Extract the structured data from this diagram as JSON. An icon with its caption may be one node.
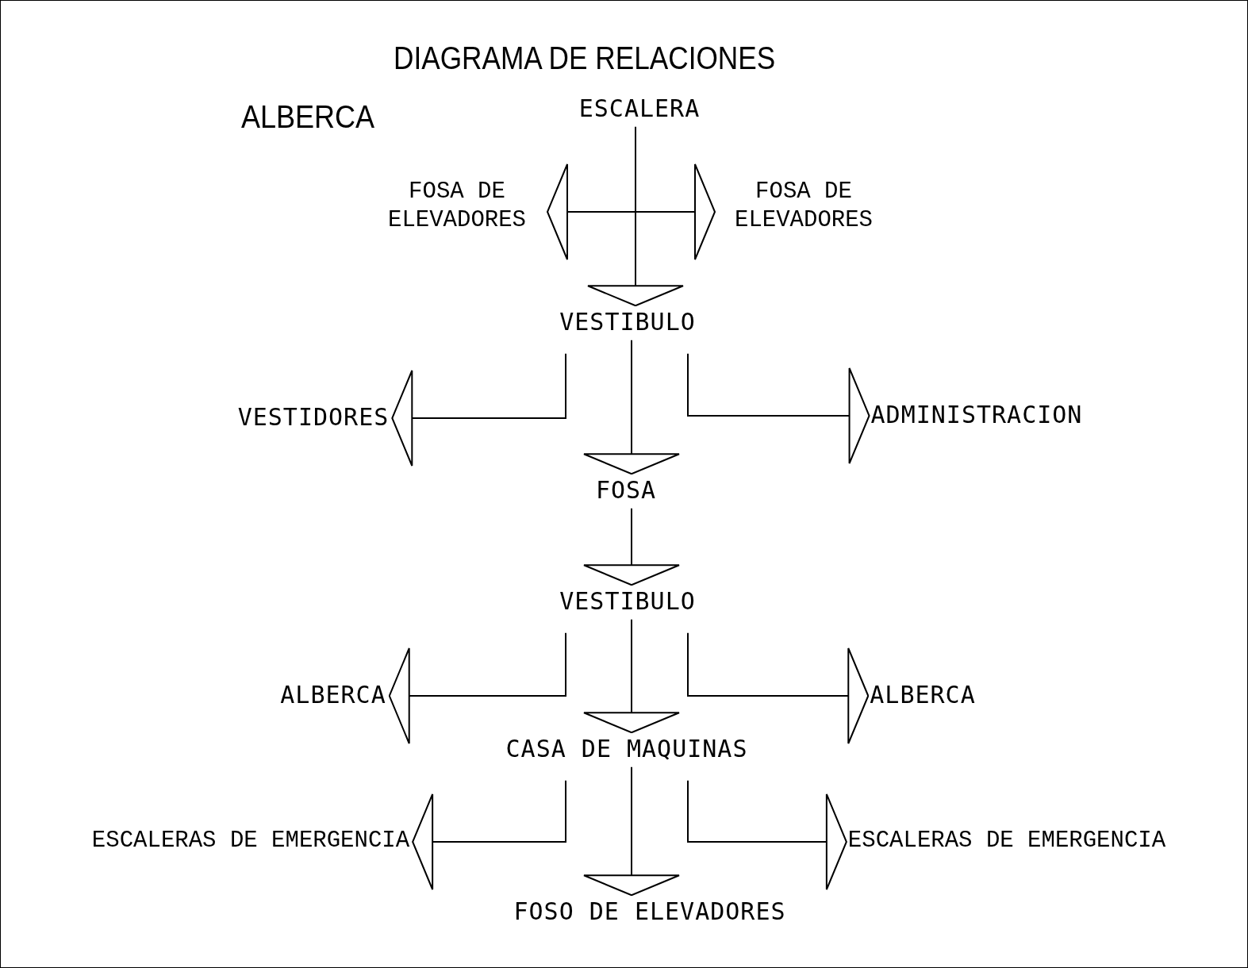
{
  "diagram": {
    "title": "DIAGRAMA DE RELACIONES",
    "nodes": [
      {
        "text": [
          "ESCALERA"
        ]
      },
      {
        "text": [
          "FOSA DE ELEVADORES"
        ]
      },
      {
        "text": [
          "FOSA DE ELEVADORES"
        ]
      },
      {
        "text": [
          "VESTIBULO"
        ]
      },
      {
        "text": [
          "VESTIDORES"
        ]
      },
      {
        "text": [
          "ADMINISTRACION"
        ]
      },
      {
        "text": [
          "FOSA"
        ]
      },
      {
        "text": [
          "VESTIBULO"
        ]
      },
      {
        "text": [
          "ALBERCA"
        ]
      },
      {
        "text": [
          "ALBERCA"
        ]
      },
      {
        "text": [
          "CASA DE MAQUINAS"
        ]
      },
      {
        "text": [
          "ESCALERAS DE EMERGENCIA"
        ]
      },
      {
        "text": [
          "ESCALERAS DE EMERGENCIA"
        ]
      },
      {
        "text": [
          "FOSO DE ELEVADORES"
        ]
      }
    ],
    "edges": [
      {
        "from": 0,
        "to": 3,
        "arrow": "to"
      },
      {
        "from": 1,
        "to": 2,
        "arrow": "both"
      },
      {
        "from": 3,
        "to": 4,
        "arrow": "to"
      },
      {
        "from": 3,
        "to": 5,
        "arrow": "to"
      },
      {
        "from": 3,
        "to": 6,
        "arrow": "to"
      },
      {
        "from": 6,
        "to": 7,
        "arrow": "to"
      },
      {
        "from": 7,
        "to": 8,
        "arrow": "to"
      },
      {
        "from": 7,
        "to": 9,
        "arrow": "to"
      },
      {
        "from": 7,
        "to": 10,
        "arrow": "to"
      },
      {
        "from": 10,
        "to": 11,
        "arrow": "to"
      },
      {
        "from": 10,
        "to": 12,
        "arrow": "to"
      },
      {
        "from": 10,
        "to": 13,
        "arrow": "to"
      }
    ],
    "labels": [
      "ALBERCA"
    ]
  }
}
